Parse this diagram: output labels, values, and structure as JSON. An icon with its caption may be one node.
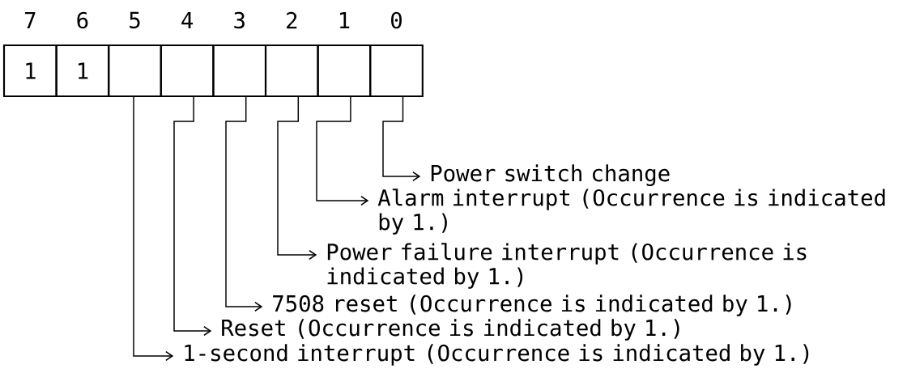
{
  "diagram": {
    "nodes": [
      {
        "text": [
          "1"
        ]
      },
      {
        "text": [
          "1"
        ]
      },
      {
        "text": [],
        "shape": "box"
      },
      {
        "text": [],
        "shape": "box"
      },
      {
        "text": [],
        "shape": "box"
      },
      {
        "text": [],
        "shape": "box"
      },
      {
        "text": [],
        "shape": "box"
      },
      {
        "text": [],
        "shape": "box"
      },
      {
        "text": [
          "Power switch change"
        ]
      },
      {
        "text": [
          "Alarm interrupt (Occurrence is indicated by 1.)"
        ]
      },
      {
        "text": [
          "Power failure interrupt (Occurrence is indicated by 1.)"
        ]
      },
      {
        "text": [
          "7508 reset (Occurrence is indicated by 1.)"
        ]
      },
      {
        "text": [
          "Reset (Occurrence is indicated by 1.)"
        ]
      },
      {
        "text": [
          "1-second interrupt (Occurrence is indicated by 1.)"
        ]
      }
    ],
    "edges": [
      {
        "from": 7,
        "to": 8,
        "arrow": "to"
      },
      {
        "from": 6,
        "to": 9,
        "arrow": "to"
      },
      {
        "from": 5,
        "to": 10,
        "arrow": "to"
      },
      {
        "from": 4,
        "to": 11,
        "arrow": "to"
      },
      {
        "from": 3,
        "to": 12,
        "arrow": "to"
      },
      {
        "from": 2,
        "to": 13,
        "arrow": "to"
      }
    ],
    "labels": [
      "7",
      "6",
      "5",
      "4",
      "3",
      "2",
      "1",
      "0"
    ]
  }
}
